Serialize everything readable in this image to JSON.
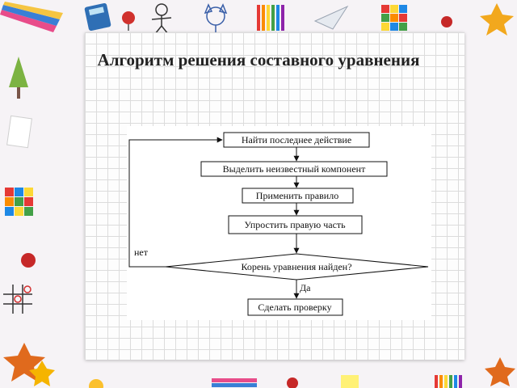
{
  "slide": {
    "title": "Алгоритм решения составного уравнения"
  },
  "flowchart": {
    "steps": [
      "Найти последнее действие",
      "Выделить неизвестный компонент",
      "Применить правило",
      "Упростить правую часть"
    ],
    "decision": "Корень уравнения найден?",
    "no_label": "нет",
    "yes_label": "Да",
    "final_step": "Сделать проверку"
  },
  "decorations": [
    "pencils-icon",
    "calculator-icon",
    "stick-figure-drawing-icon",
    "cat-drawing-icon",
    "colored-pencils-icon",
    "paper-plane-icon",
    "rubiks-cube-icon",
    "pushpin-icon",
    "autumn-leaves-icon",
    "tree-drawing-icon",
    "note-paper-icon",
    "tic-tac-toe-icon",
    "sun-drawing-icon"
  ]
}
